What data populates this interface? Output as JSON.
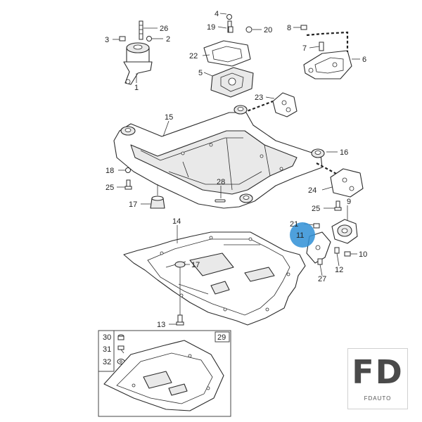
{
  "diagram": {
    "callouts": {
      "c1": "1",
      "c2": "2",
      "c3": "3",
      "c4": "4",
      "c5": "5",
      "c6": "6",
      "c7": "7",
      "c8": "8",
      "c9": "9",
      "c10": "10",
      "c11": "11",
      "c12": "12",
      "c13": "13",
      "c14": "14",
      "c15": "15",
      "c16": "16",
      "c17a": "17",
      "c17b": "17",
      "c18": "18",
      "c19": "19",
      "c20": "20",
      "c21": "21",
      "c22": "22",
      "c23": "23",
      "c24": "24",
      "c25a": "25",
      "c25b": "25",
      "c26": "26",
      "c27": "27",
      "c28": "28",
      "c29": "29",
      "c30": "30",
      "c31": "31",
      "c32": "32"
    },
    "highlight_color": "#2f8fd6"
  },
  "logo": {
    "mark": "FD",
    "text": "FDAUTO"
  }
}
